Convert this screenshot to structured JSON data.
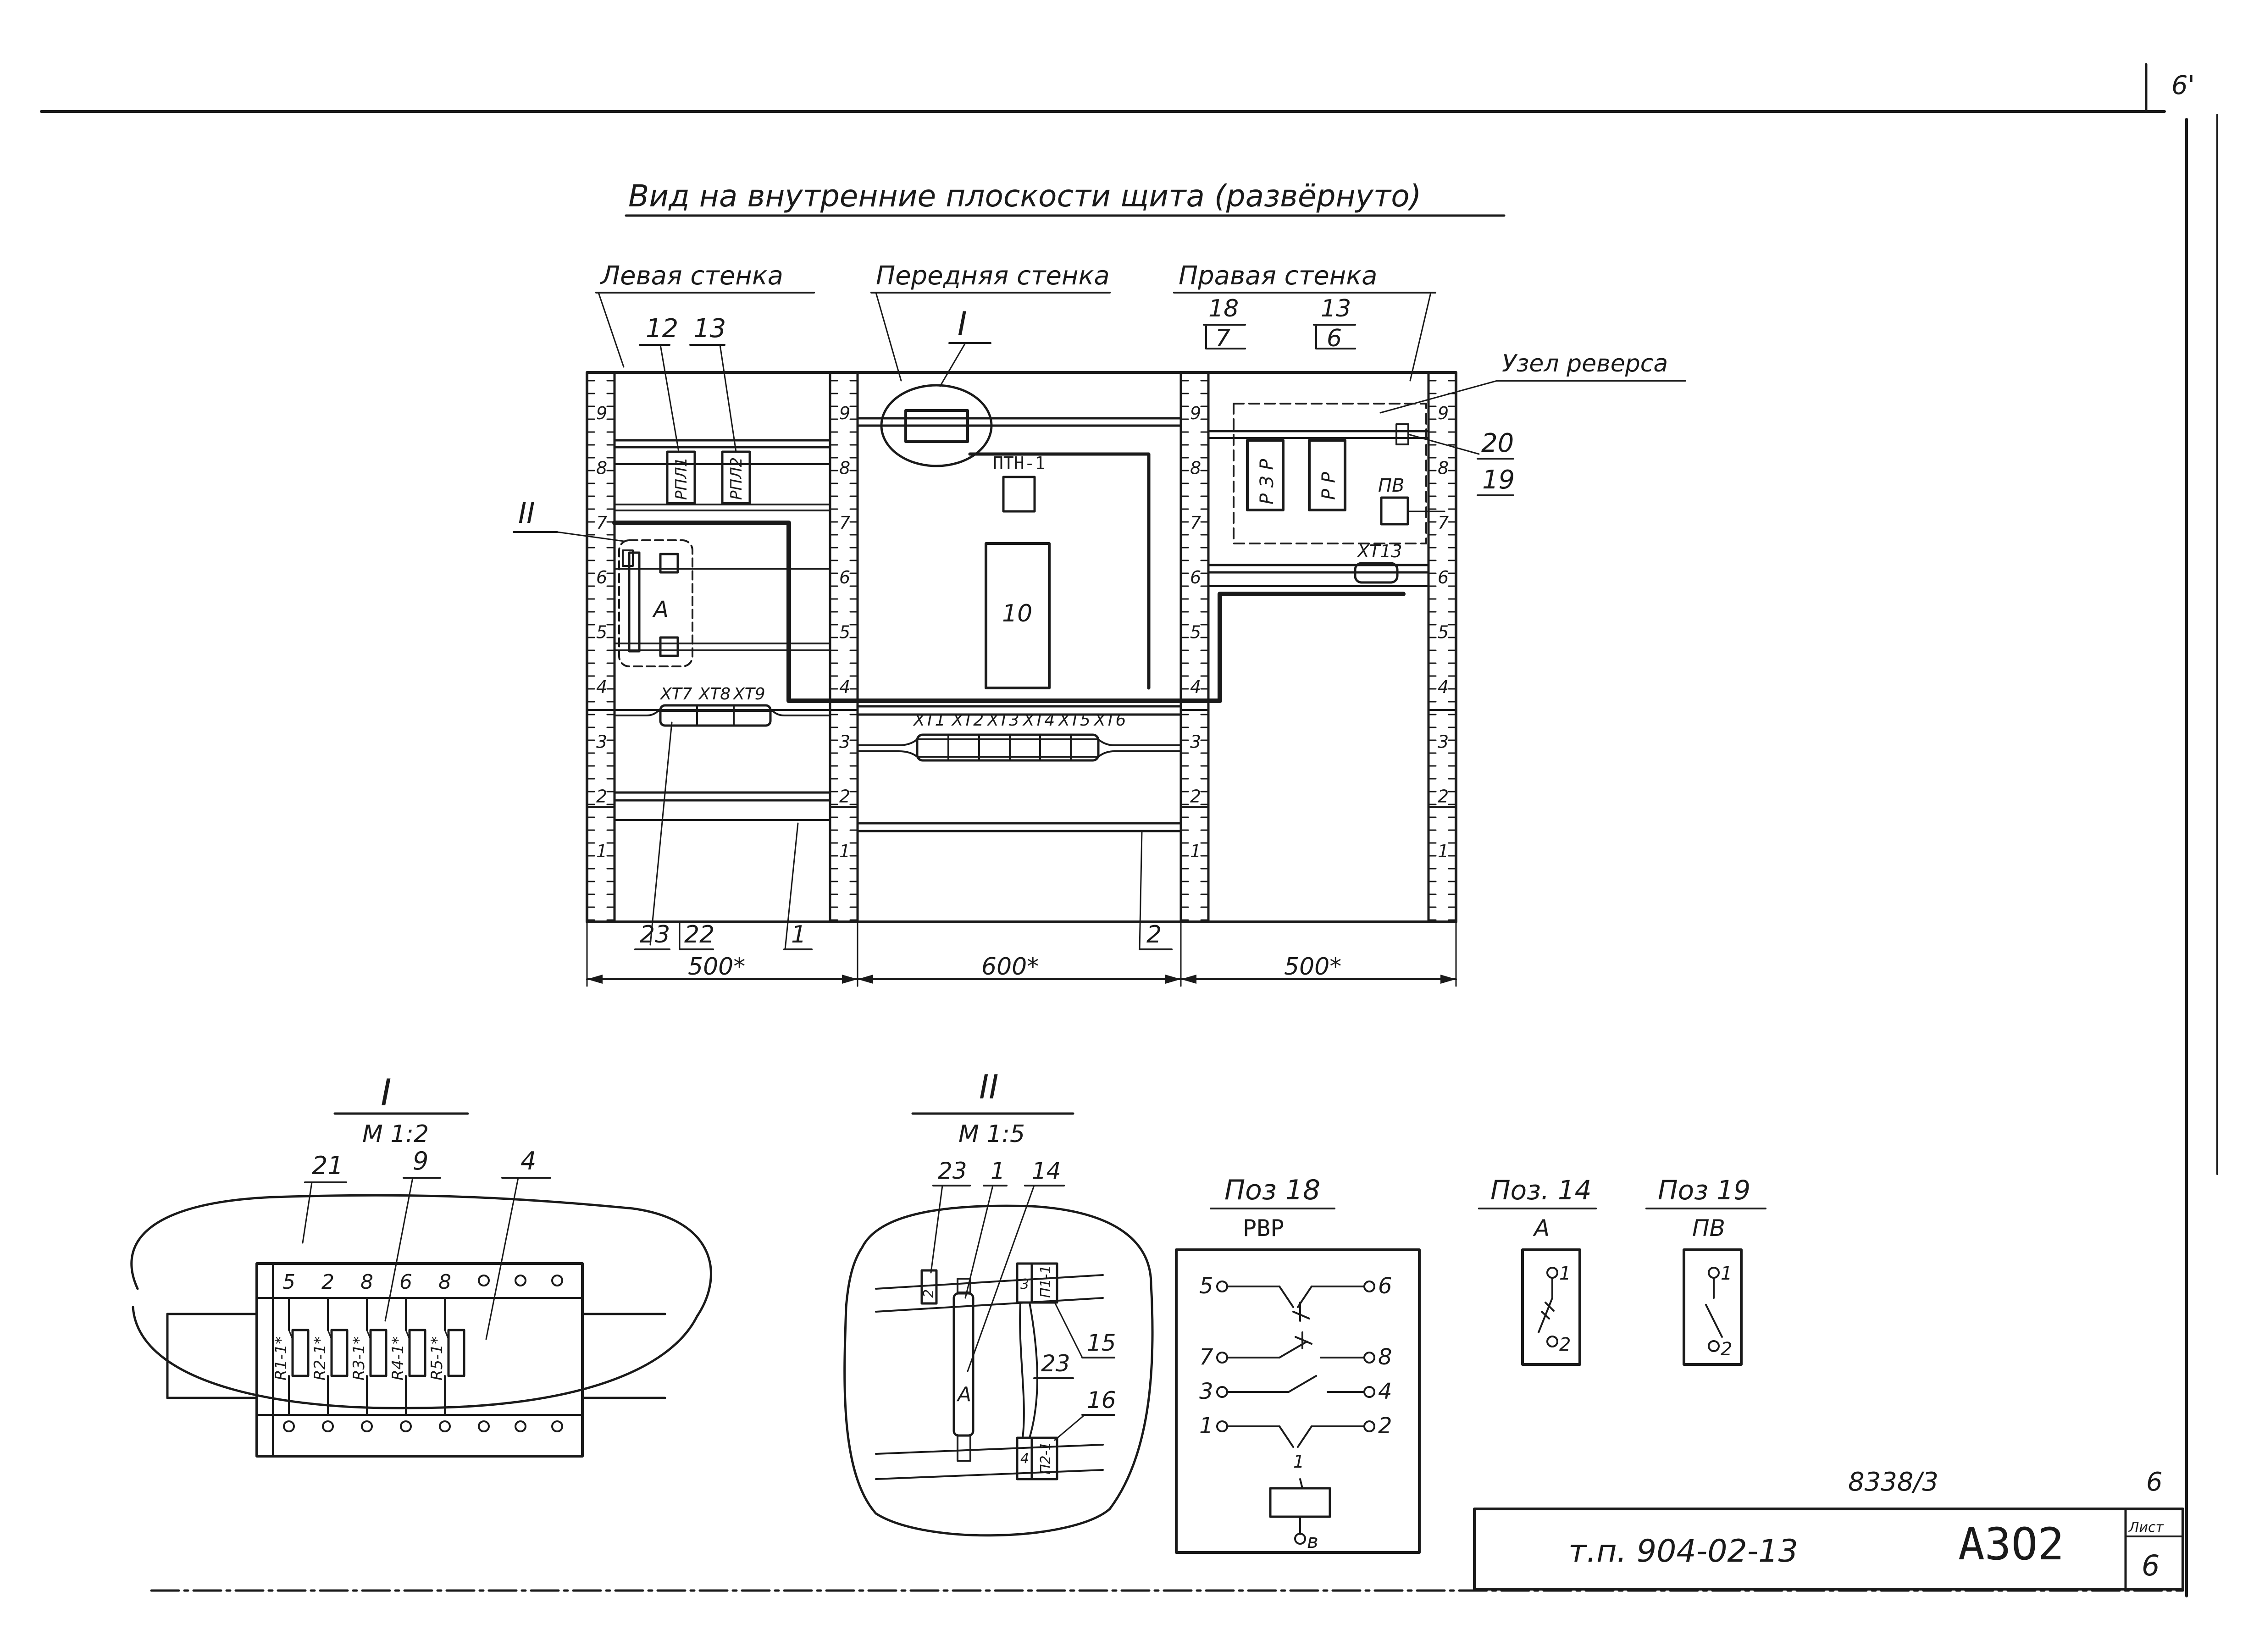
{
  "sheet": {
    "page_mark": "6'",
    "title": "Вид на внутренние плоскости щита (развёрнуто)"
  },
  "walls": {
    "left": "Левая стенка",
    "front": "Передняя стенка",
    "right": "Правая стенка"
  },
  "scale_marks": [
    "1",
    "2",
    "3",
    "4",
    "5",
    "6",
    "7",
    "8",
    "9"
  ],
  "position_labels": {
    "p12": "12",
    "p13": "13",
    "view_I": "I",
    "view_II": "II",
    "right_a_top": "18",
    "right_a_box": "7",
    "right_b_top": "13",
    "right_b_box": "6",
    "p20": "20",
    "p19": "19",
    "p23": "23",
    "p22": "22",
    "p1": "1",
    "p2": "2"
  },
  "devices": {
    "rpl1": "РПЛ1",
    "rpl2": "РПЛ2",
    "ptn": "ПТН-1",
    "block10": "10",
    "box_A": "А",
    "rzr": "Р З Р",
    "rr": "Р Р",
    "pv": "ПВ",
    "xt13": "ХТ13",
    "reverse_unit": "Узел реверса"
  },
  "terminals": {
    "left_group": [
      "ХТ7",
      "ХТ8",
      "ХТ9"
    ],
    "front_group": [
      "ХТ1",
      "ХТ2",
      "ХТ3",
      "ХТ4",
      "ХТ5",
      "ХТ6"
    ]
  },
  "dimensions": {
    "left": "500*",
    "front": "600*",
    "right": "500*"
  },
  "detail_I": {
    "label": "I",
    "scale": "М 1:2",
    "callouts": [
      "21",
      "9",
      "4"
    ],
    "top_numbers": [
      "5",
      "2",
      "8",
      "6",
      "8"
    ],
    "resistors": [
      "R1-1*",
      "R2-1*",
      "R3-1*",
      "R4-1*",
      "R5-1*"
    ]
  },
  "detail_II": {
    "label": "II",
    "scale": "М 1:5",
    "callouts": [
      "23",
      "1",
      "14",
      "15",
      "23",
      "16"
    ],
    "term_top": "3",
    "term_top_tag": "П1-1",
    "term_bot": "4",
    "term_bot_tag": "П2-1",
    "left_term": "2",
    "device": "А"
  },
  "pos18": {
    "title": "Поз 18",
    "subtitle": "РВР",
    "contacts": [
      {
        "left": "5",
        "right": "6"
      },
      {
        "left": "7",
        "right": "8"
      },
      {
        "left": "3",
        "right": "4"
      },
      {
        "left": "1",
        "right": "2"
      }
    ],
    "arrow_mark": "1",
    "coil": "в"
  },
  "pos14": {
    "title": "Поз. 14",
    "subtitle": "А",
    "t1": "1",
    "t2": "2"
  },
  "pos19": {
    "title": "Поз 19",
    "subtitle": "ПВ",
    "t1": "1",
    "t2": "2"
  },
  "stamp": {
    "archive_no": "8338/3",
    "sheet_corner": "6",
    "doc_code": "т.п. 904-02-13",
    "format": "А3О2",
    "sheet_label": "Лист",
    "sheet_no": "6"
  }
}
